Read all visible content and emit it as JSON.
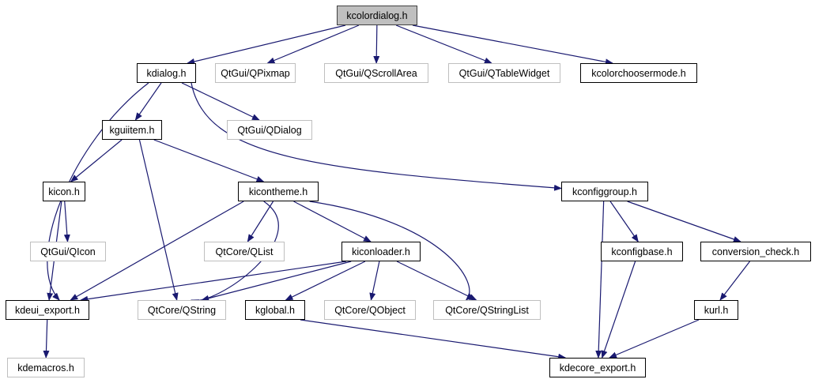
{
  "colors": {
    "edge": "#191970",
    "root_fill": "#bfbfbf",
    "external_border": "#bfbfbf",
    "internal_border": "#000000"
  },
  "nodes": [
    {
      "id": "kcolordialog",
      "label": "kcolordialog.h",
      "kind": "root"
    },
    {
      "id": "kdialog",
      "label": "kdialog.h",
      "kind": "int"
    },
    {
      "id": "qpixmap",
      "label": "QtGui/QPixmap",
      "kind": "ext"
    },
    {
      "id": "qscrollarea",
      "label": "QtGui/QScrollArea",
      "kind": "ext"
    },
    {
      "id": "qtablewidget",
      "label": "QtGui/QTableWidget",
      "kind": "ext"
    },
    {
      "id": "kcolorchoosermode",
      "label": "kcolorchoosermode.h",
      "kind": "int"
    },
    {
      "id": "kguiitem",
      "label": "kguiitem.h",
      "kind": "int"
    },
    {
      "id": "qdialog",
      "label": "QtGui/QDialog",
      "kind": "ext"
    },
    {
      "id": "kicon",
      "label": "kicon.h",
      "kind": "int"
    },
    {
      "id": "kicontheme",
      "label": "kicontheme.h",
      "kind": "int"
    },
    {
      "id": "kconfiggroup",
      "label": "kconfiggroup.h",
      "kind": "int"
    },
    {
      "id": "qicon",
      "label": "QtGui/QIcon",
      "kind": "ext"
    },
    {
      "id": "qlist",
      "label": "QtCore/QList",
      "kind": "ext"
    },
    {
      "id": "kiconloader",
      "label": "kiconloader.h",
      "kind": "int"
    },
    {
      "id": "kconfigbase",
      "label": "kconfigbase.h",
      "kind": "int"
    },
    {
      "id": "conversion_check",
      "label": "conversion_check.h",
      "kind": "int"
    },
    {
      "id": "kdeui_export",
      "label": "kdeui_export.h",
      "kind": "int"
    },
    {
      "id": "qstring",
      "label": "QtCore/QString",
      "kind": "ext"
    },
    {
      "id": "kglobal",
      "label": "kglobal.h",
      "kind": "int"
    },
    {
      "id": "qobject",
      "label": "QtCore/QObject",
      "kind": "ext"
    },
    {
      "id": "qstringlist",
      "label": "QtCore/QStringList",
      "kind": "ext"
    },
    {
      "id": "kurl",
      "label": "kurl.h",
      "kind": "int"
    },
    {
      "id": "kdemacros",
      "label": "kdemacros.h",
      "kind": "ext"
    },
    {
      "id": "kdecore_export",
      "label": "kdecore_export.h",
      "kind": "int"
    }
  ],
  "edges": [
    [
      "kcolordialog",
      "kdialog"
    ],
    [
      "kcolordialog",
      "qpixmap"
    ],
    [
      "kcolordialog",
      "qscrollarea"
    ],
    [
      "kcolordialog",
      "qtablewidget"
    ],
    [
      "kcolordialog",
      "kcolorchoosermode"
    ],
    [
      "kdialog",
      "kguiitem"
    ],
    [
      "kdialog",
      "qdialog"
    ],
    [
      "kdialog",
      "kdeui_export"
    ],
    [
      "kdialog",
      "kconfiggroup"
    ],
    [
      "kguiitem",
      "kicon"
    ],
    [
      "kguiitem",
      "qstring"
    ],
    [
      "kguiitem",
      "kicontheme"
    ],
    [
      "kicon",
      "qicon"
    ],
    [
      "kicon",
      "kdeui_export"
    ],
    [
      "kicontheme",
      "kdeui_export"
    ],
    [
      "kicontheme",
      "qlist"
    ],
    [
      "kicontheme",
      "qstring"
    ],
    [
      "kicontheme",
      "kiconloader"
    ],
    [
      "kicontheme",
      "qstringlist"
    ],
    [
      "kiconloader",
      "kdeui_export"
    ],
    [
      "kiconloader",
      "qstring"
    ],
    [
      "kiconloader",
      "kglobal"
    ],
    [
      "kiconloader",
      "qobject"
    ],
    [
      "kiconloader",
      "qstringlist"
    ],
    [
      "kconfiggroup",
      "kdecore_export"
    ],
    [
      "kconfiggroup",
      "kconfigbase"
    ],
    [
      "kconfiggroup",
      "conversion_check"
    ],
    [
      "kconfigbase",
      "kdecore_export"
    ],
    [
      "conversion_check",
      "kurl"
    ],
    [
      "kurl",
      "kdecore_export"
    ],
    [
      "kglobal",
      "kdecore_export"
    ],
    [
      "kdeui_export",
      "kdemacros"
    ]
  ]
}
